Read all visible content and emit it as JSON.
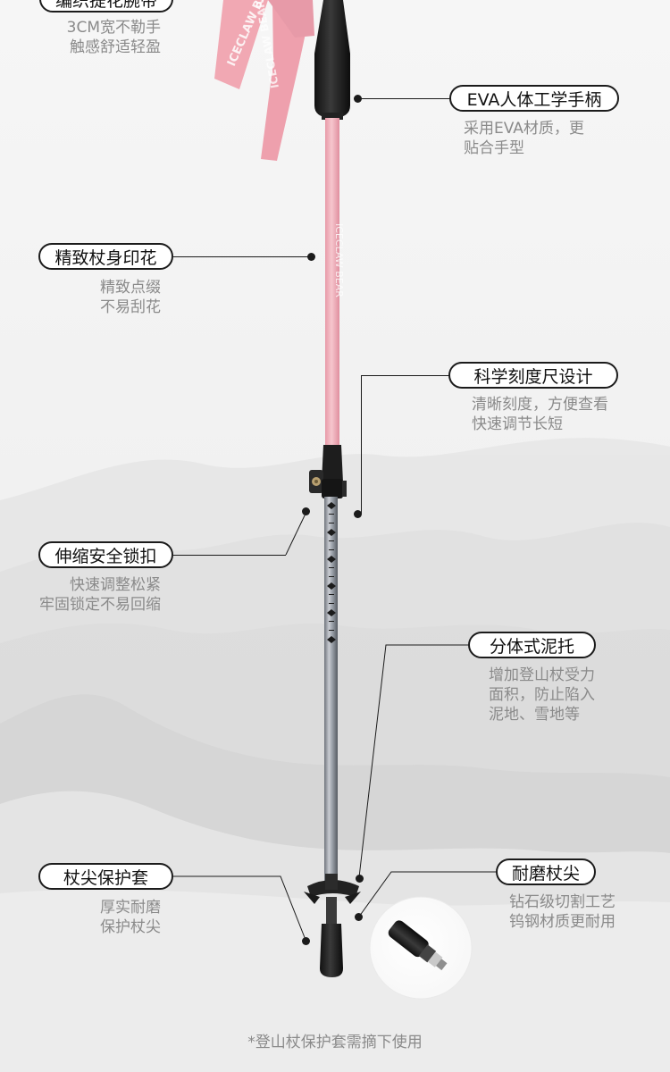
{
  "features": [
    {
      "id": "strap",
      "title": "编织提花腕带",
      "lines": [
        "3CM宽不勒手",
        "触感舒适轻盈"
      ]
    },
    {
      "id": "handle",
      "title": "EVA人体工学手柄",
      "lines": [
        "采用EVA材质，更",
        "贴合手型"
      ]
    },
    {
      "id": "print",
      "title": "精致杖身印花",
      "lines": [
        "精致点缀",
        "不易刮花"
      ]
    },
    {
      "id": "scale",
      "title": "科学刻度尺设计",
      "lines": [
        "清晰刻度，方便查看",
        "快速调节长短"
      ]
    },
    {
      "id": "lock",
      "title": "伸缩安全锁扣",
      "lines": [
        "快速调整松紧",
        "牢固锁定不易回缩"
      ]
    },
    {
      "id": "mud",
      "title": "分体式泥托",
      "lines": [
        "增加登山杖受力",
        "面积，防止陷入",
        "泥地、雪地等"
      ]
    },
    {
      "id": "cover",
      "title": "杖尖保护套",
      "lines": [
        "厚实耐磨",
        "保护杖尖"
      ]
    },
    {
      "id": "tip",
      "title": "耐磨杖尖",
      "lines": [
        "钻石级切割工艺",
        "钨钢材质更耐用"
      ]
    }
  ],
  "strap_text": "ICECLAW BEAR",
  "footnote": "*登山杖保护套需摘下使用",
  "colors": {
    "pink": "#efb3bd",
    "accent": "#1b1b1b",
    "gray_text": "#8a8a8a"
  }
}
